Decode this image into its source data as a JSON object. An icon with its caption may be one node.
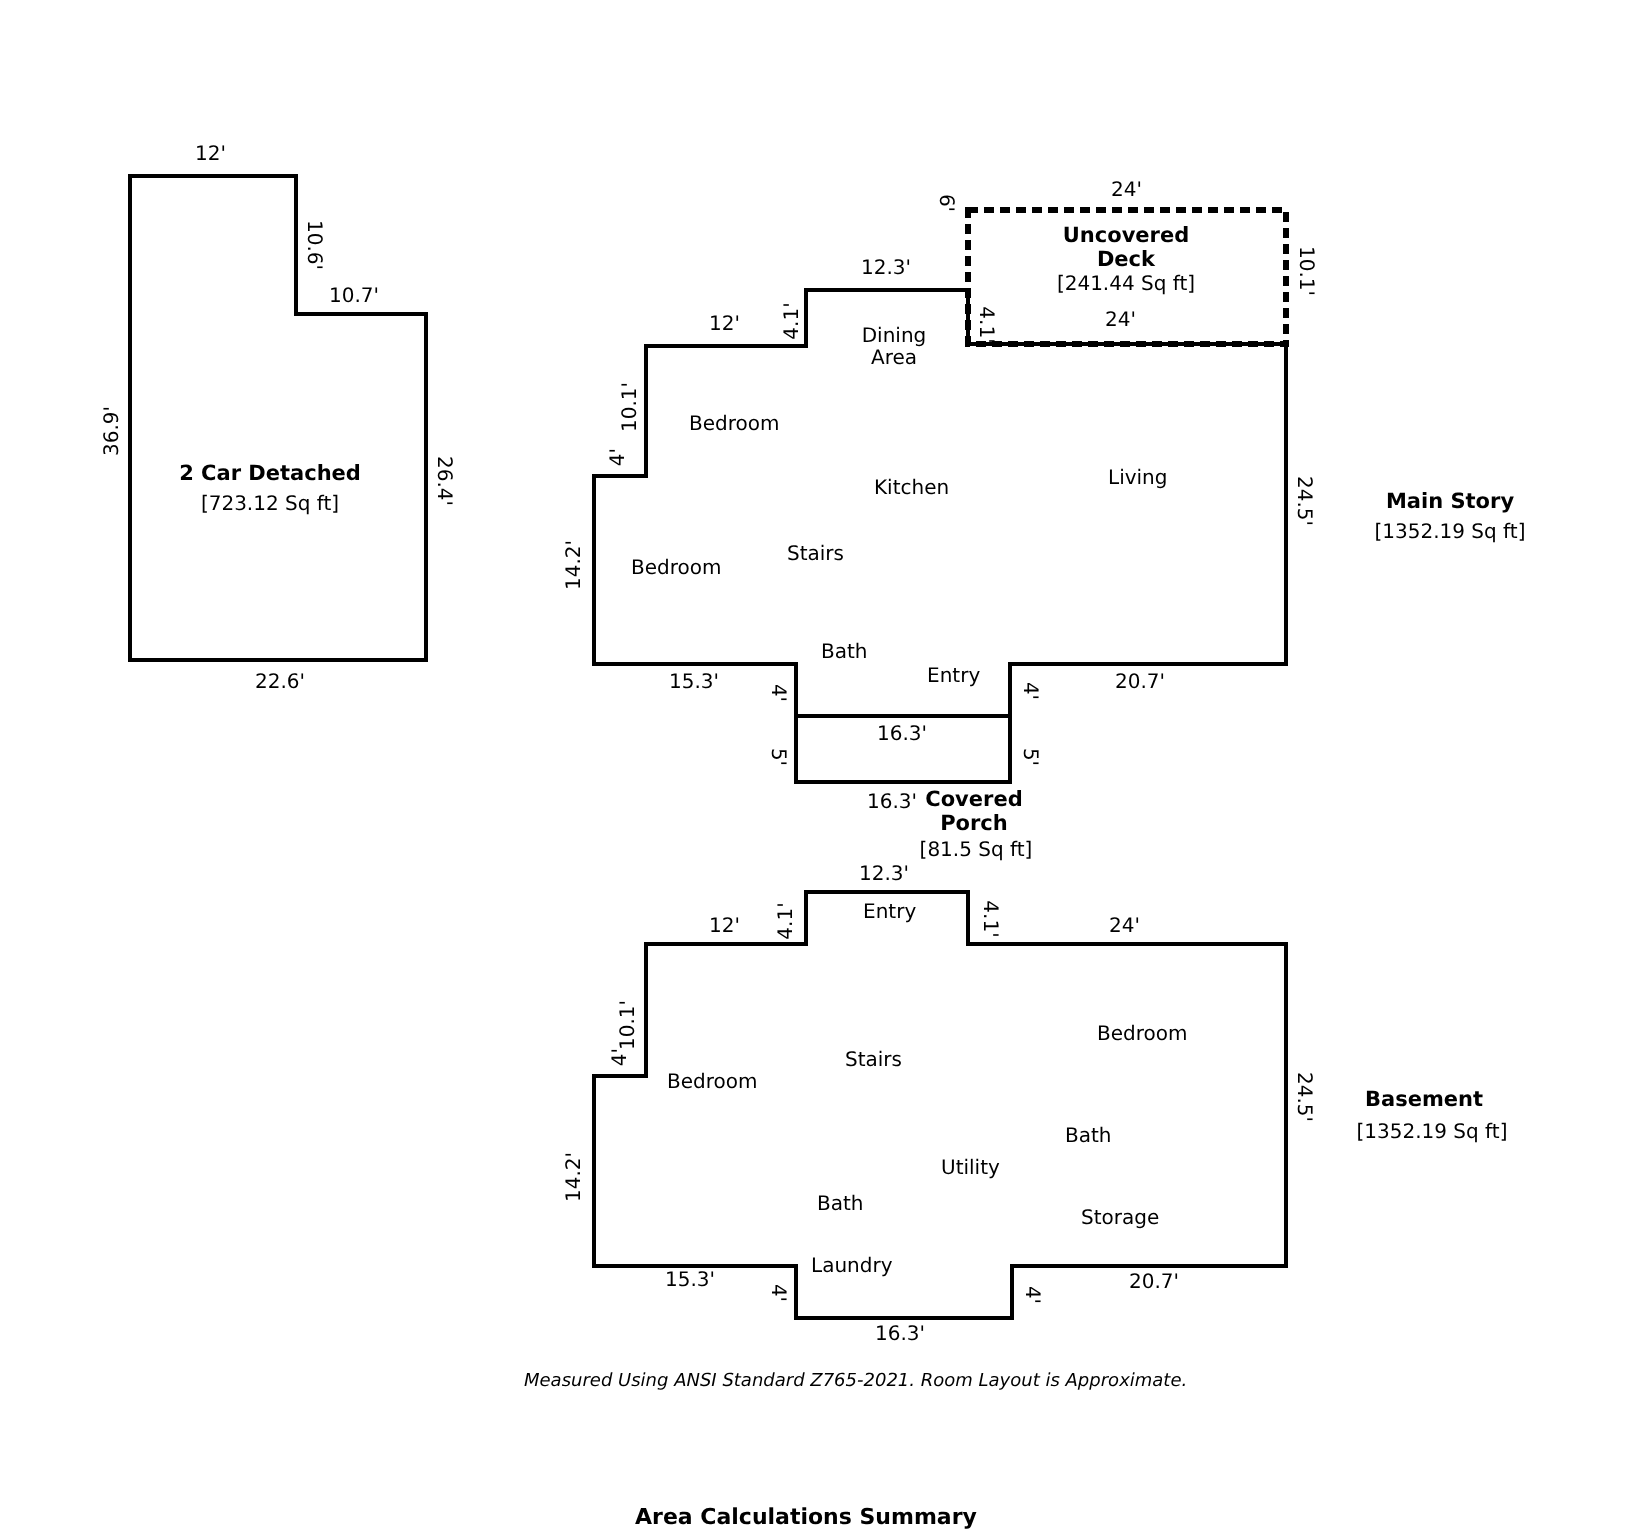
{
  "diagram": {
    "nodes": [
      {
        "text": [
          "2 Car Detached",
          "[723.12 Sq ft]"
        ]
      },
      {
        "text": [
          "Uncovered Deck",
          "[241.44 Sq ft]"
        ]
      },
      {
        "text": [
          "Main Story",
          "[1352.19 Sq ft]"
        ]
      },
      {
        "text": [
          "Covered Porch",
          "[81.5 Sq ft]"
        ]
      },
      {
        "text": [
          "Basement",
          "[1352.19 Sq ft]"
        ]
      }
    ],
    "labels": [
      "12'",
      "10.6'",
      "10.7'",
      "36.9'",
      "26.4'",
      "22.6'",
      "24'",
      "6'",
      "10.1'",
      "12.3'",
      "12'",
      "4.1'",
      "4.1'",
      "24'",
      "10.1'",
      "4'",
      "14.2'",
      "24.5'",
      "15.3'",
      "4'",
      "20.7'",
      "4'",
      "5'",
      "16.3'",
      "5'",
      "16.3'",
      "Dining Area",
      "Bedroom",
      "Kitchen",
      "Living",
      "Bedroom",
      "Stairs",
      "Bath",
      "Entry",
      "12.3'",
      "12'",
      "4.1'",
      "4.1'",
      "24'",
      "10.1'",
      "4'",
      "14.2'",
      "24.5'",
      "15.3'",
      "4'",
      "20.7'",
      "4'",
      "16.3'",
      "Entry",
      "Stairs",
      "Bedroom",
      "Bedroom",
      "Bath",
      "Utility",
      "Bath",
      "Storage",
      "Laundry",
      "Measured Using ANSI Standard Z765-2021. Room Layout is Approximate.",
      "Area Calculations Summary"
    ]
  }
}
